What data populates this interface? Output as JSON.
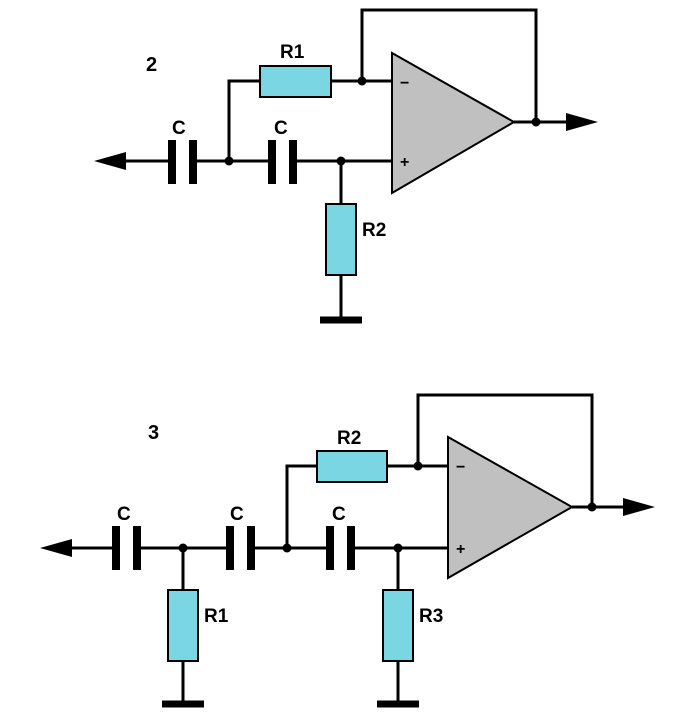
{
  "circuit_2": {
    "number": "2",
    "labels": {
      "c_left": "C",
      "c_right": "C",
      "r1": "R1",
      "r2": "R2"
    },
    "opamp": {
      "minus": "−",
      "plus": "+"
    }
  },
  "circuit_3": {
    "number": "3",
    "labels": {
      "c_left": "C",
      "c_mid": "C",
      "c_right": "C",
      "r1": "R1",
      "r2": "R2",
      "r3": "R3"
    },
    "opamp": {
      "minus": "−",
      "plus": "+"
    }
  },
  "colors": {
    "resistor_fill": "#7bd6e4",
    "opamp_fill": "#c0c0c0"
  }
}
